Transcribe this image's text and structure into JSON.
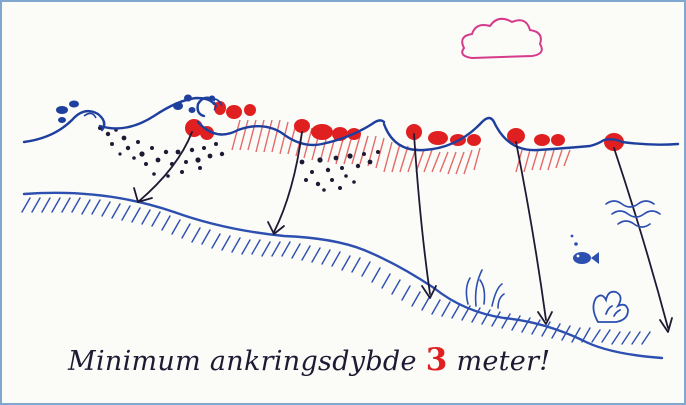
{
  "caption": {
    "prefix": "Minimum ankringsdybde",
    "number": "3",
    "suffix": "meter!"
  },
  "colors": {
    "ink": "#1e1a33",
    "water_line": "#1f3f9e",
    "seabed": "#2c4fb0",
    "highlight": "#e02020",
    "cloud": "#d63a8a",
    "hatch": "#e46a6a",
    "border": "#7fa7cf"
  },
  "icons": [
    "cloud-icon",
    "fish-icon",
    "seaweed-icon",
    "coral-icon",
    "anchor-line-icon"
  ]
}
